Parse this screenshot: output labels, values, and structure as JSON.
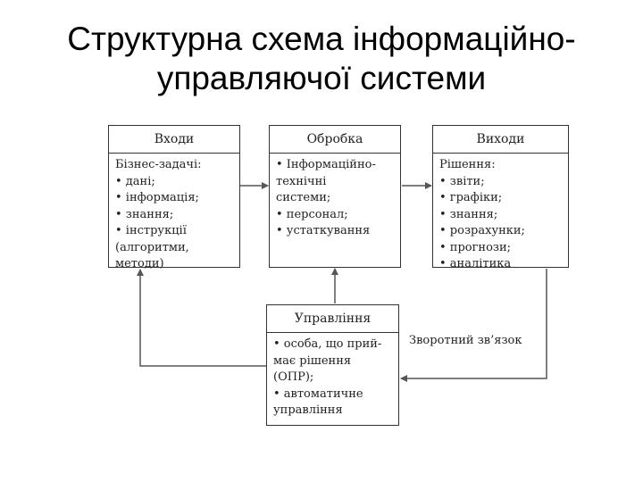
{
  "title": {
    "line1": "Структурна схема інформаційно-",
    "line2": "управляючої системи"
  },
  "diagram": {
    "inputs": {
      "header": "Входи",
      "lines": [
        "Бізнес-задачі:",
        "• дані;",
        "• інформація;",
        "• знання;",
        "• інструкції",
        "(алгоритми,",
        "методи)"
      ]
    },
    "processing": {
      "header": "Обробка",
      "lines": [
        "• Інформаційно-",
        "технічні",
        "системи;",
        "• персонал;",
        "• устаткування"
      ]
    },
    "outputs": {
      "header": "Виходи",
      "lines": [
        "Рішення:",
        "• звіти;",
        "• графіки;",
        "• знання;",
        "• розрахунки;",
        "• прогнози;",
        "• аналітика"
      ]
    },
    "control": {
      "header": "Управління",
      "lines": [
        "• особа, що прий-",
        "має рішення",
        "(ОПР);",
        "• автоматичне",
        "управління"
      ]
    },
    "feedback_label": "Зворотний зв’язок",
    "line_color": "#555555"
  }
}
